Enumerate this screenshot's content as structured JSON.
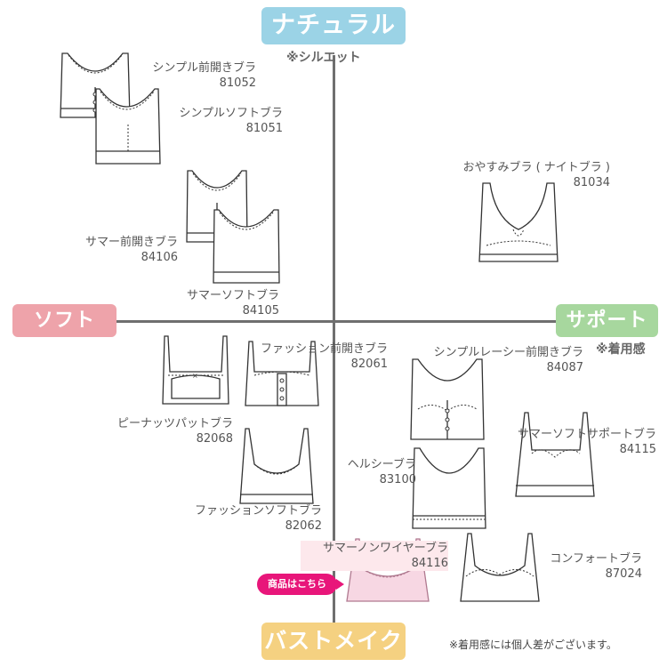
{
  "axes": {
    "top": "ナチュラル",
    "top_note": "※シルエット",
    "left": "ソフト",
    "right": "サポート",
    "right_note": "※着用感",
    "bottom": "バストメイク"
  },
  "products": [
    {
      "name": "シンプル前開きブラ",
      "code": "81052"
    },
    {
      "name": "シンプルソフトブラ",
      "code": "81051"
    },
    {
      "name": "おやすみブラ ( ナイトブラ )",
      "code": "81034"
    },
    {
      "name": "サマー前開きブラ",
      "code": "84106"
    },
    {
      "name": "サマーソフトブラ",
      "code": "84105"
    },
    {
      "name": "ファッション前開きブラ",
      "code": "82061"
    },
    {
      "name": "シンプルレーシー前開きブラ",
      "code": "84087"
    },
    {
      "name": "ピーナッツパットブラ",
      "code": "82068"
    },
    {
      "name": "サマーソフトサポートブラ",
      "code": "84115"
    },
    {
      "name": "ヘルシーブラ",
      "code": "83100"
    },
    {
      "name": "ファッションソフトブラ",
      "code": "82062"
    },
    {
      "name": "サマーノンワイヤーブラ",
      "code": "84116"
    },
    {
      "name": "コンフォートブラ",
      "code": "87024"
    }
  ],
  "cta_label": "商品はこちら",
  "footnote": "※着用感には個人差がございます。",
  "colors": {
    "top": "#9bd3e6",
    "left": "#eea3aa",
    "right": "#a7d79e",
    "bottom": "#f5d181",
    "cta": "#e8167a"
  }
}
